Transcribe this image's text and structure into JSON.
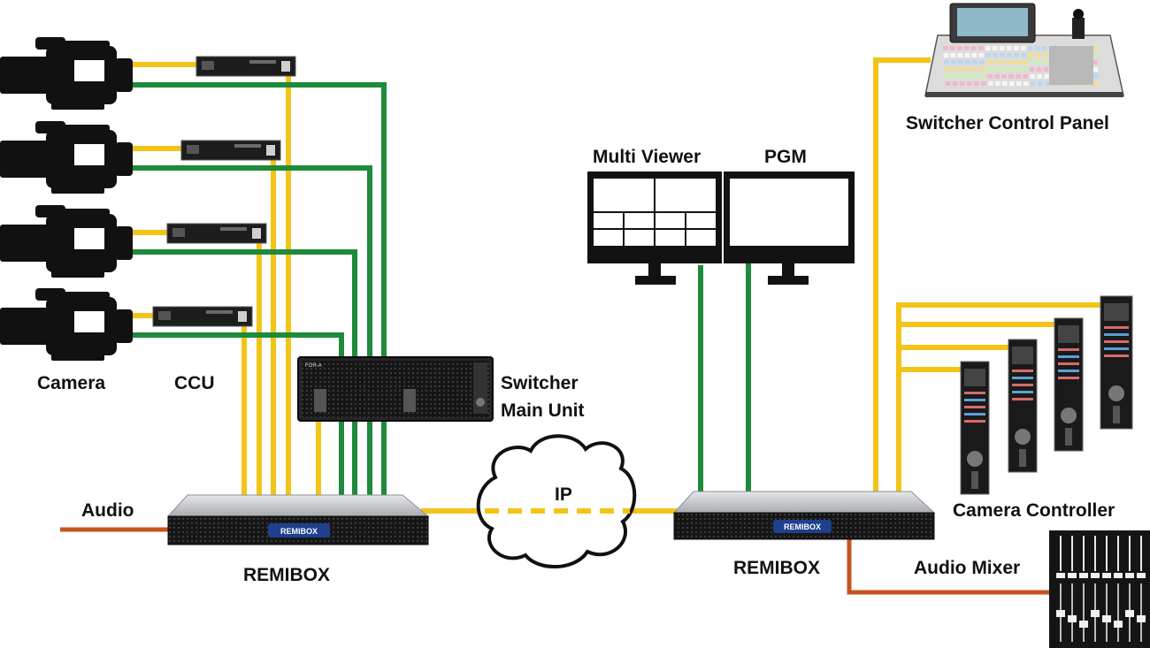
{
  "labels": {
    "camera": "Camera",
    "ccu": "CCU",
    "switcher_main_line1": "Switcher",
    "switcher_main_line2": "Main Unit",
    "audio": "Audio",
    "remibox_left": "REMIBOX",
    "remibox_right": "REMIBOX",
    "ip": "IP",
    "multi_viewer": "Multi Viewer",
    "pgm": "PGM",
    "switcher_control_panel": "Switcher Control Panel",
    "camera_controller": "Camera Controller",
    "audio_mixer": "Audio Mixer"
  },
  "device_text": {
    "remibox_badge": "REMIBOX",
    "for_a": "FOR-A"
  },
  "colors": {
    "video_cable": "#f2c418",
    "control_cable": "#1f8a3c",
    "audio_cable": "#c8531e",
    "device_dark": "#1c1c1c",
    "remibox_top": "#c9cacc",
    "remibox_badge": "#1f3f8f"
  }
}
